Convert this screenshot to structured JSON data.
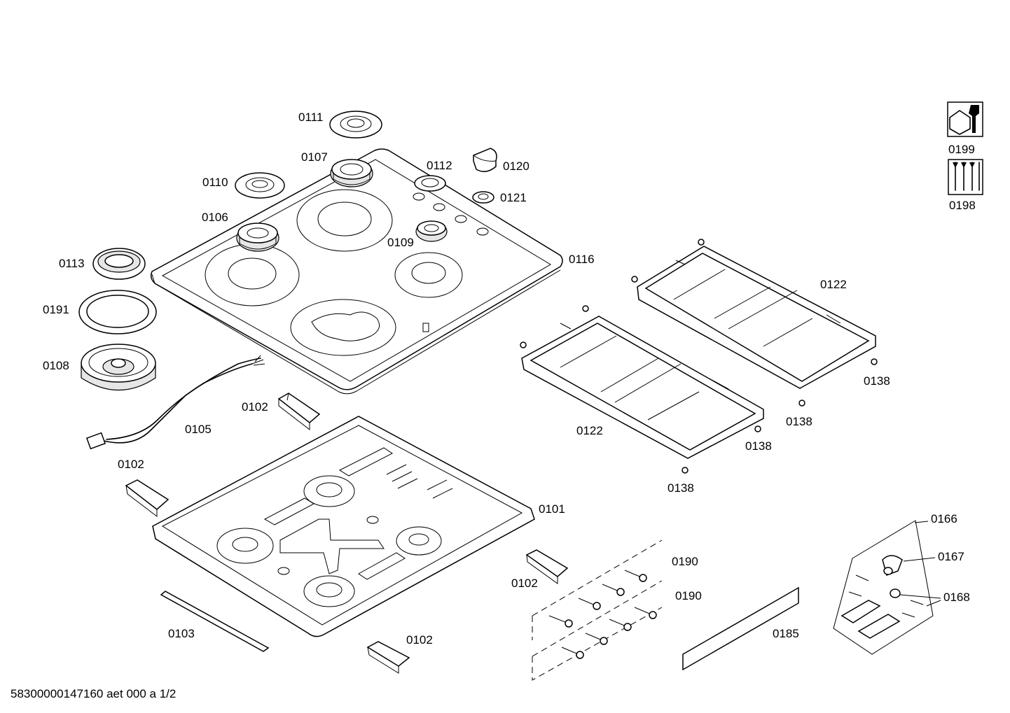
{
  "parts": [
    {
      "id": "p0111",
      "label": "0111"
    },
    {
      "id": "p0107",
      "label": "0107"
    },
    {
      "id": "p0112",
      "label": "0112"
    },
    {
      "id": "p0120",
      "label": "0120"
    },
    {
      "id": "p0110",
      "label": "0110"
    },
    {
      "id": "p0121",
      "label": "0121"
    },
    {
      "id": "p0106",
      "label": "0106"
    },
    {
      "id": "p0109",
      "label": "0109"
    },
    {
      "id": "p0116",
      "label": "0116"
    },
    {
      "id": "p0113",
      "label": "0113"
    },
    {
      "id": "p0191",
      "label": "0191"
    },
    {
      "id": "p0108",
      "label": "0108"
    },
    {
      "id": "p0105",
      "label": "0105"
    },
    {
      "id": "p0102a",
      "label": "0102"
    },
    {
      "id": "p0102b",
      "label": "0102"
    },
    {
      "id": "p0102c",
      "label": "0102"
    },
    {
      "id": "p0102d",
      "label": "0102"
    },
    {
      "id": "p0101",
      "label": "0101"
    },
    {
      "id": "p0103",
      "label": "0103"
    },
    {
      "id": "p0122a",
      "label": "0122"
    },
    {
      "id": "p0122b",
      "label": "0122"
    },
    {
      "id": "p0138a",
      "label": "0138"
    },
    {
      "id": "p0138b",
      "label": "0138"
    },
    {
      "id": "p0138c",
      "label": "0138"
    },
    {
      "id": "p0138d",
      "label": "0138"
    },
    {
      "id": "p0190a",
      "label": "0190"
    },
    {
      "id": "p0190b",
      "label": "0190"
    },
    {
      "id": "p0185",
      "label": "0185"
    },
    {
      "id": "p0166",
      "label": "0166"
    },
    {
      "id": "p0167",
      "label": "0167"
    },
    {
      "id": "p0168",
      "label": "0168"
    },
    {
      "id": "p0199",
      "label": "0199"
    },
    {
      "id": "p0198",
      "label": "0198"
    }
  ],
  "footer": {
    "document_code": "58300000147160 aet 000 a 1/2"
  },
  "icons": {
    "tool_kit": "nut-and-wrench-icon",
    "screw_kit": "screws-icon"
  }
}
